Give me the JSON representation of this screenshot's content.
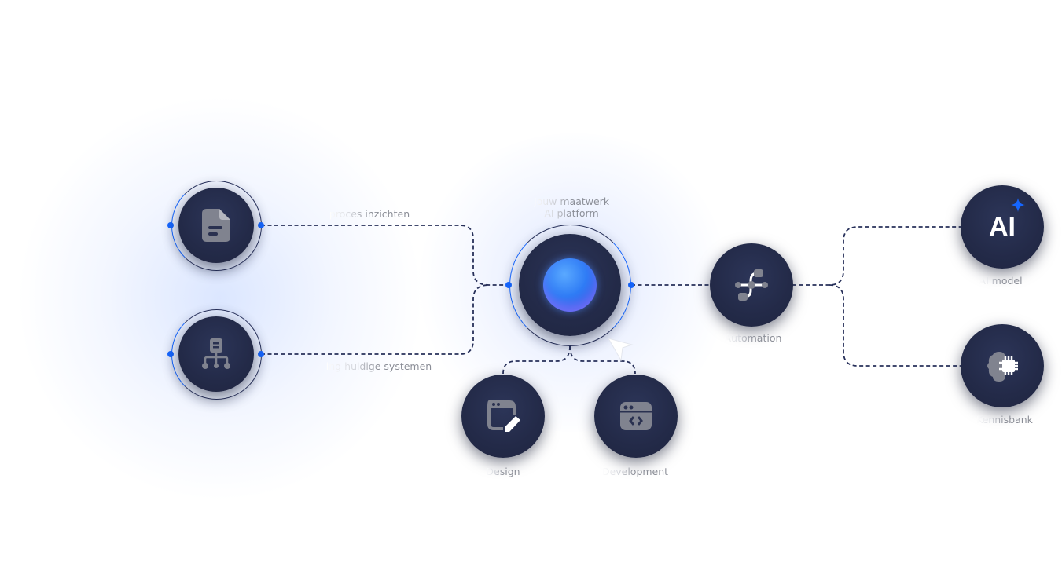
{
  "colors": {
    "node": "#232a48",
    "accent": "#1566ff",
    "line": "#27305a",
    "label": "#8a8d96"
  },
  "center": {
    "title_line1": "Jouw maatwerk",
    "title_line2": "AI platform",
    "icon": "blue-sphere-icon"
  },
  "inputs": [
    {
      "label": "proces inzichten",
      "icon": "document-icon"
    },
    {
      "label": "ing huidige systemen",
      "icon": "sitemap-icon"
    }
  ],
  "outputs": [
    {
      "label": "Design",
      "icon": "window-pencil-icon"
    },
    {
      "label": "Development",
      "icon": "window-code-icon"
    }
  ],
  "automation": {
    "label": "Automation",
    "icon": "workflow-icon"
  },
  "targets": [
    {
      "label": "AI model",
      "icon_text": "AI",
      "icon": "ai-sparkle-icon"
    },
    {
      "label": "Kennisbank",
      "icon": "brain-chip-icon"
    }
  ]
}
